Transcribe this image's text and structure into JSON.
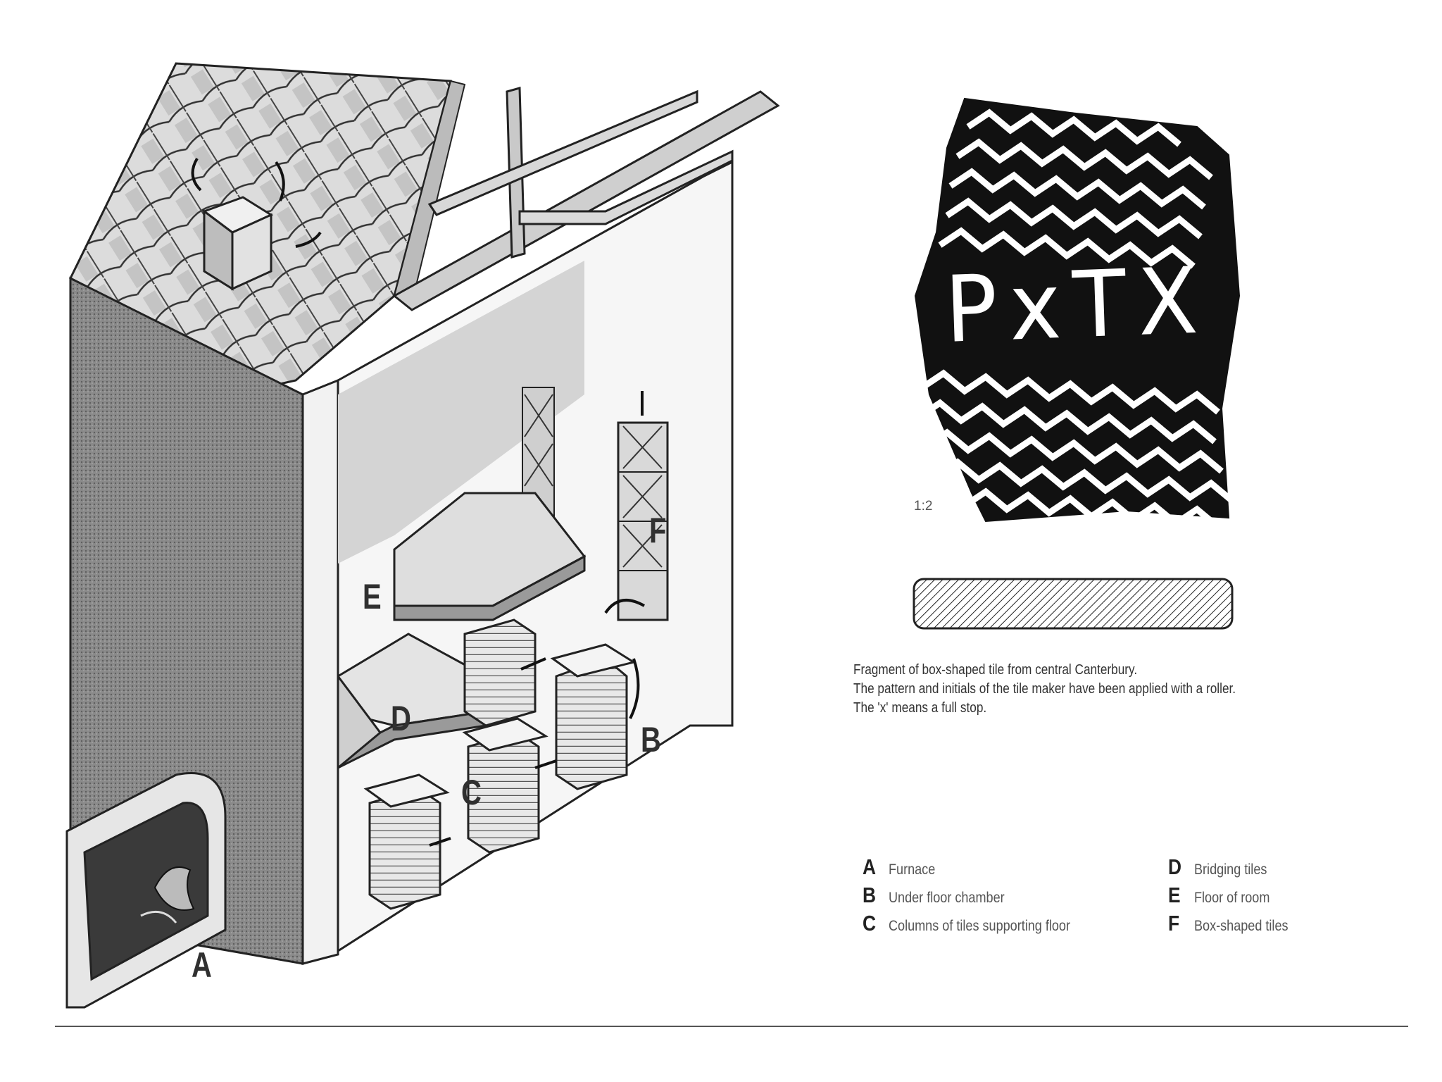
{
  "diagram": {
    "labels": {
      "a": "A",
      "b": "B",
      "c": "C",
      "d": "D",
      "e": "E",
      "f": "F"
    }
  },
  "tile": {
    "inscription": "PxTX",
    "scale": "1:2"
  },
  "caption": {
    "lines": [
      "Fragment of box-shaped tile from central Canterbury.",
      "The pattern and initials of the tile maker have been applied with a roller.",
      "The 'x' means a full stop."
    ]
  },
  "legend": {
    "left": [
      {
        "letter": "A",
        "label": "Furnace"
      },
      {
        "letter": "B",
        "label": "Under floor chamber"
      },
      {
        "letter": "C",
        "label": "Columns of tiles supporting floor"
      }
    ],
    "right": [
      {
        "letter": "D",
        "label": "Bridging tiles"
      },
      {
        "letter": "E",
        "label": "Floor of room"
      },
      {
        "letter": "F",
        "label": "Box-shaped tiles"
      }
    ]
  },
  "colors": {
    "ink": "#1a1a1a",
    "paper": "#ffffff"
  }
}
